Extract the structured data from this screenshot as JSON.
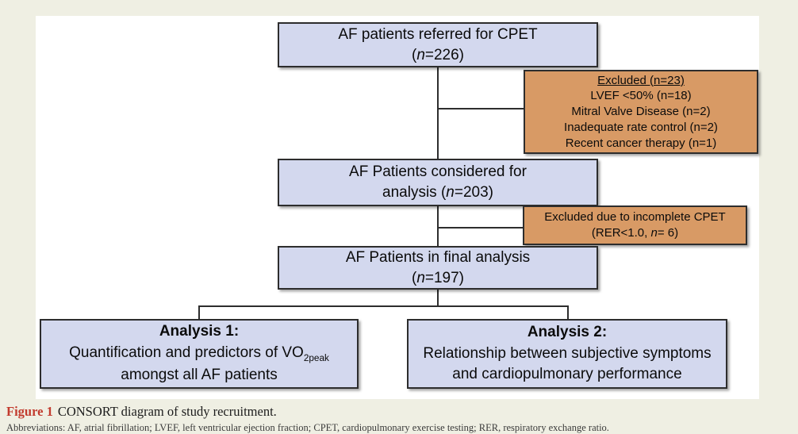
{
  "colors": {
    "page_background": "#efefe3",
    "panel_background": "#ffffff",
    "box_fill_lavender": "#d3d8ee",
    "box_fill_orange": "#d89a65",
    "box_border": "#2d2d2d",
    "caption_label_red": "#c23b2e"
  },
  "flow": {
    "referred": {
      "line1": "AF patients referred for CPET",
      "line2_html": "(<i>n</i>=226)"
    },
    "excluded1": {
      "title": "Excluded (n=23)",
      "items": [
        "LVEF <50% (n=18)",
        "Mitral Valve Disease (n=2)",
        "Inadequate rate control (n=2)",
        "Recent cancer therapy (n=1)"
      ]
    },
    "considered": {
      "line1": "AF Patients considered for",
      "line2_html": "analysis (<i>n</i>=203)"
    },
    "excluded2": {
      "line1": "Excluded due to incomplete CPET",
      "line2_html": "(RER&lt;1.0, <i>n</i>= 6)"
    },
    "final": {
      "line1": "AF Patients in final analysis",
      "line2_html": "(<i>n</i>=197)"
    },
    "analysis1": {
      "title": "Analysis 1:",
      "line1_html": "Quantification and predictors of VO<sub>2peak</sub>",
      "line2": "amongst all AF patients"
    },
    "analysis2": {
      "title": "Analysis 2:",
      "line1": "Relationship between subjective symptoms",
      "line2": "and cardiopulmonary performance"
    }
  },
  "caption": {
    "label": "Figure 1",
    "text": "CONSORT diagram of study recruitment."
  },
  "footnote_partial": "Abbreviations: AF, atrial fibrillation; LVEF, left ventricular ejection fraction; CPET, cardiopulmonary exercise testing; RER, respiratory exchange ratio."
}
